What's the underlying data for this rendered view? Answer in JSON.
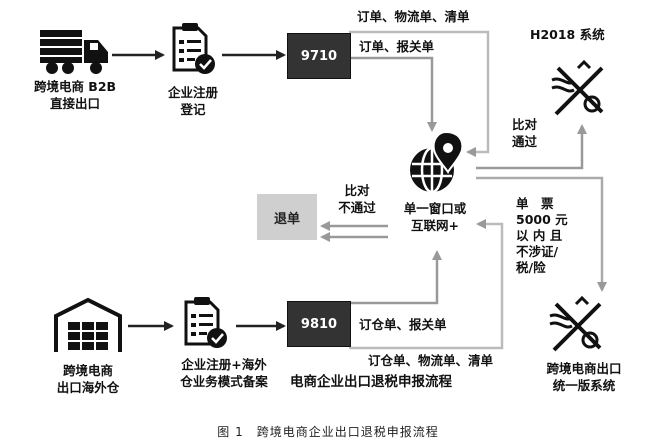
{
  "nodes": {
    "b2b_label": [
      "跨境电商 B2B",
      "直接出口"
    ],
    "reg_top_label": [
      "企业注册",
      "登记"
    ],
    "code_top": "9710",
    "h2018_label": "H2018 系统",
    "single_window_label": [
      "单一窗口或",
      "互联网+"
    ],
    "reject_box": "退单",
    "warehouse_label": [
      "跨境电商",
      "出口海外仓"
    ],
    "reg_bottom_label": [
      "企业注册+海外",
      "仓业务模式备案"
    ],
    "code_bottom": "9810",
    "unified_label": [
      "跨境电商出口",
      "统一版系统"
    ],
    "overlay_title": "电商企业出口退税申报流程"
  },
  "edges": {
    "top_outer": "订单、物流单、清单",
    "top_inner": "订单、报关单",
    "pass_check": [
      "比对",
      "通过"
    ],
    "fail_check": [
      "比对",
      "不通过"
    ],
    "threshold": [
      "单　票",
      "5000 元",
      "以 内 且",
      "不涉证/",
      "税/险"
    ],
    "bottom_inner": "订仓单、报关单",
    "bottom_outer": "订仓单、物流单、清单"
  },
  "caption": "图 1　跨境电商企业出口退税申报流程",
  "colors": {
    "dark_box": "#333333",
    "reject_box": "#cfcfcf",
    "gray_line": "#aaaaaa"
  }
}
